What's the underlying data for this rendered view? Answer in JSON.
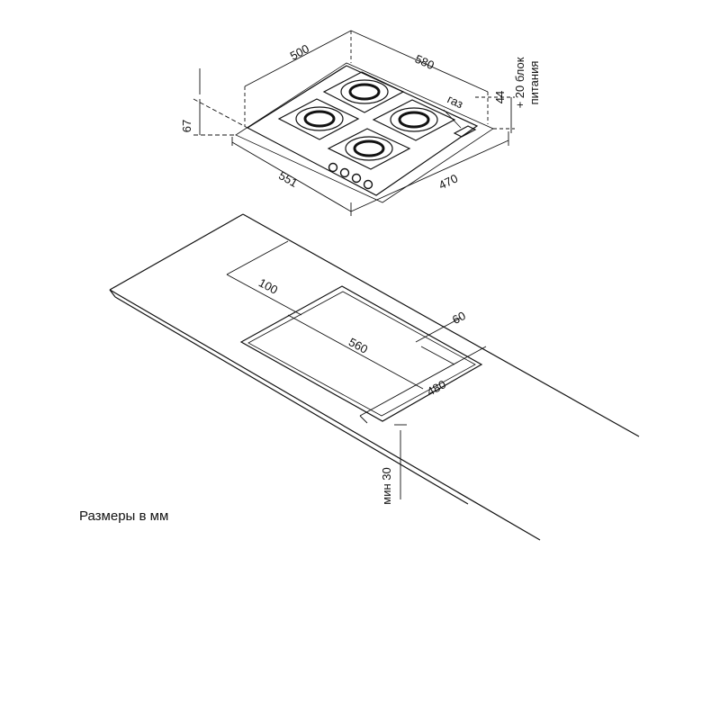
{
  "hob": {
    "dim_depth_top": "500",
    "dim_width_top": "580",
    "dim_height": "67",
    "dim_gas_height": "44",
    "dim_power_note_line1": "+ 20 блок",
    "dim_power_note_line2": "питания",
    "label_gas": "газ",
    "dim_depth_bottom": "551",
    "dim_width_bottom": "470"
  },
  "cutout": {
    "dim_offset_back": "100",
    "dim_width": "560",
    "dim_offset_side": "60",
    "dim_depth": "480",
    "dim_min_thickness": "мин 30"
  },
  "caption": "Размеры в мм"
}
